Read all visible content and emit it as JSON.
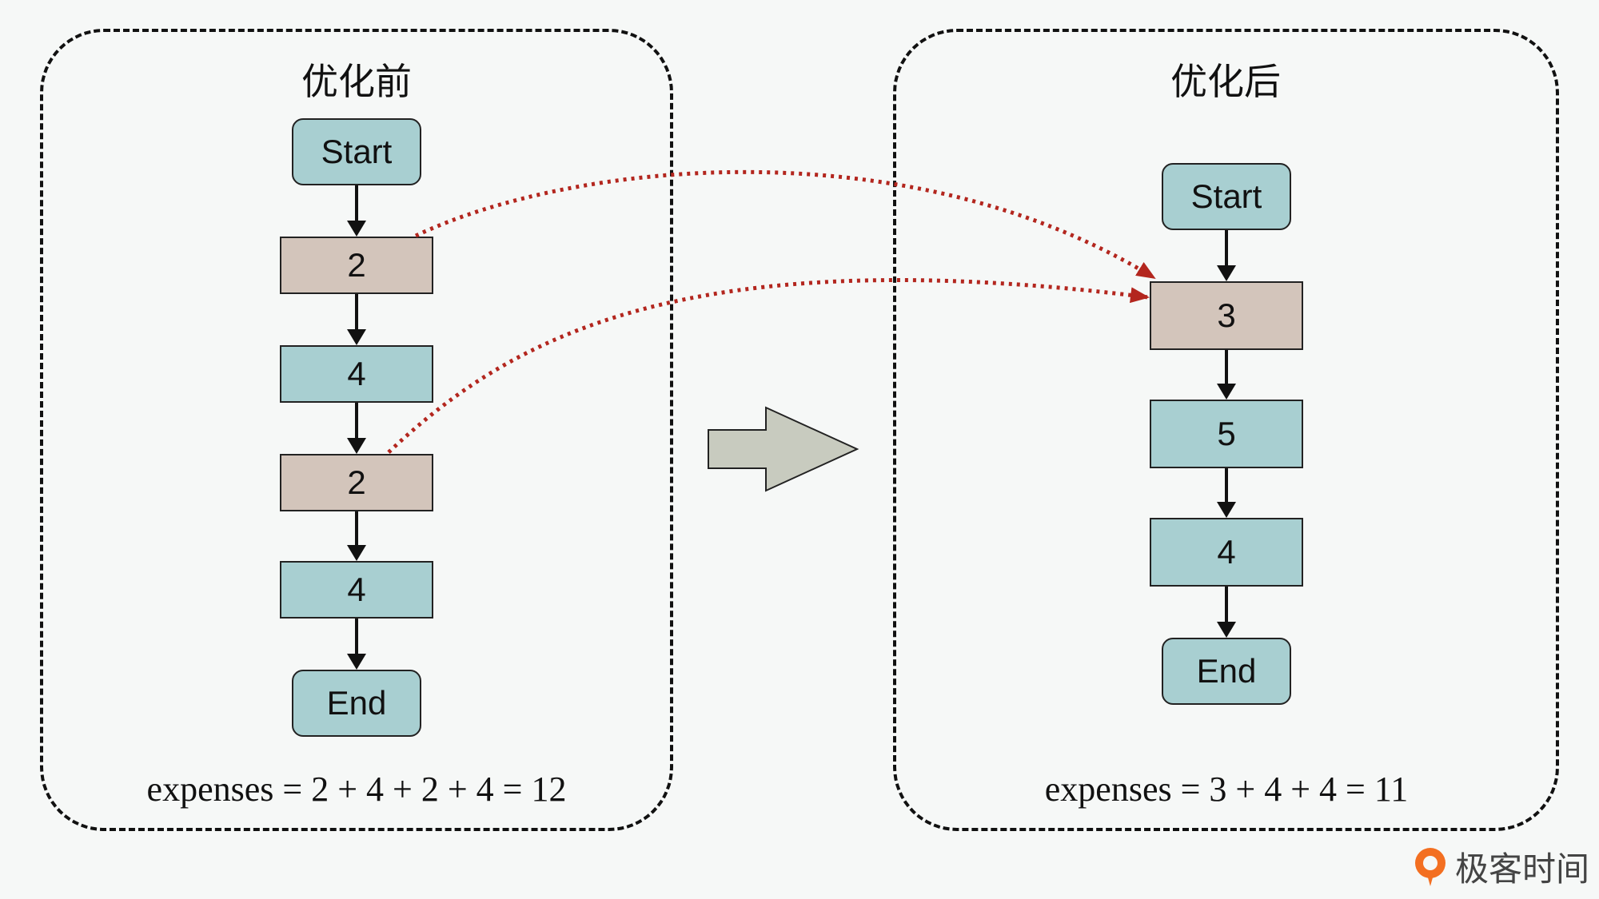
{
  "panels": {
    "before": {
      "title": "优化前",
      "nodes": [
        "Start",
        "2",
        "4",
        "2",
        "4",
        "End"
      ],
      "expense": "expenses = 2 + 4 + 2 + 4 = 12"
    },
    "after": {
      "title": "优化后",
      "nodes": [
        "Start",
        "3",
        "5",
        "4",
        "End"
      ],
      "expense": "expenses = 3 + 4 + 4 = 11"
    }
  },
  "logo": {
    "text": "极客时间",
    "icon": "geektime-logo-icon",
    "accent": "#f36f21"
  },
  "colors": {
    "terminal": "#a8cfd1",
    "block": "#a8cfd1",
    "merged_block": "#d3c5bb",
    "dotted_arrow": "#b3261e",
    "big_arrow": "#c8cbbf"
  }
}
